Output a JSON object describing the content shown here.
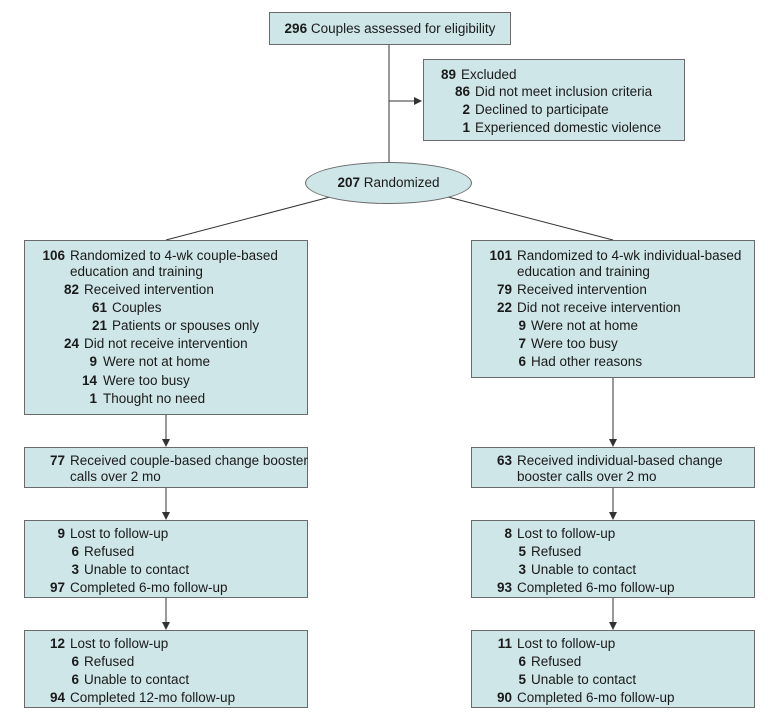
{
  "eligibility": {
    "n": "296",
    "text": "Couples assessed for eligibility"
  },
  "excluded": {
    "n": "89",
    "text": "Excluded",
    "items": [
      {
        "n": "86",
        "text": "Did not meet inclusion criteria"
      },
      {
        "n": "2",
        "text": "Declined to participate"
      },
      {
        "n": "1",
        "text": "Experienced domestic violence"
      }
    ]
  },
  "randomized": {
    "n": "207",
    "text": "Randomized"
  },
  "couple_arm": {
    "alloc": {
      "n": "106",
      "line1": "Randomized to 4-wk couple-based",
      "line2": "education and training",
      "received": {
        "n": "82",
        "text": "Received intervention"
      },
      "received_items": [
        {
          "n": "61",
          "text": "Couples"
        },
        {
          "n": "21",
          "text": "Patients or spouses only"
        }
      ],
      "not_received": {
        "n": "24",
        "text": "Did not receive intervention"
      },
      "not_received_items": [
        {
          "n": "9",
          "text": "Were not at home"
        },
        {
          "n": "14",
          "text": "Were too busy"
        },
        {
          "n": "1",
          "text": "Thought no need"
        }
      ]
    },
    "booster": {
      "n": "77",
      "line1": "Received couple-based change booster",
      "line2": "calls over 2 mo"
    },
    "fu6": {
      "lost": {
        "n": "9",
        "text": "Lost to follow-up"
      },
      "refused": {
        "n": "6",
        "text": "Refused"
      },
      "unable": {
        "n": "3",
        "text": "Unable to contact"
      },
      "completed": {
        "n": "97",
        "text": "Completed 6-mo follow-up"
      }
    },
    "fu12": {
      "lost": {
        "n": "12",
        "text": "Lost to follow-up"
      },
      "refused": {
        "n": "6",
        "text": "Refused"
      },
      "unable": {
        "n": "6",
        "text": "Unable to contact"
      },
      "completed": {
        "n": "94",
        "text": "Completed 12-mo follow-up"
      }
    }
  },
  "individual_arm": {
    "alloc": {
      "n": "101",
      "line1": "Randomized to 4-wk individual-based",
      "line2": "education and training",
      "received": {
        "n": "79",
        "text": "Received intervention"
      },
      "not_received": {
        "n": "22",
        "text": "Did not receive intervention"
      },
      "not_received_items": [
        {
          "n": "9",
          "text": "Were not at home"
        },
        {
          "n": "7",
          "text": "Were too busy"
        },
        {
          "n": "6",
          "text": "Had other reasons"
        }
      ]
    },
    "booster": {
      "n": "63",
      "line1": "Received individual-based change",
      "line2": "booster calls over 2 mo"
    },
    "fu6": {
      "lost": {
        "n": "8",
        "text": "Lost to follow-up"
      },
      "refused": {
        "n": "5",
        "text": "Refused"
      },
      "unable": {
        "n": "3",
        "text": "Unable to contact"
      },
      "completed": {
        "n": "93",
        "text": "Completed 6-mo follow-up"
      }
    },
    "fu12": {
      "lost": {
        "n": "11",
        "text": "Lost to follow-up"
      },
      "refused": {
        "n": "6",
        "text": "Refused"
      },
      "unable": {
        "n": "5",
        "text": "Unable to contact"
      },
      "completed": {
        "n": "90",
        "text": "Completed 6-mo follow-up"
      }
    }
  }
}
